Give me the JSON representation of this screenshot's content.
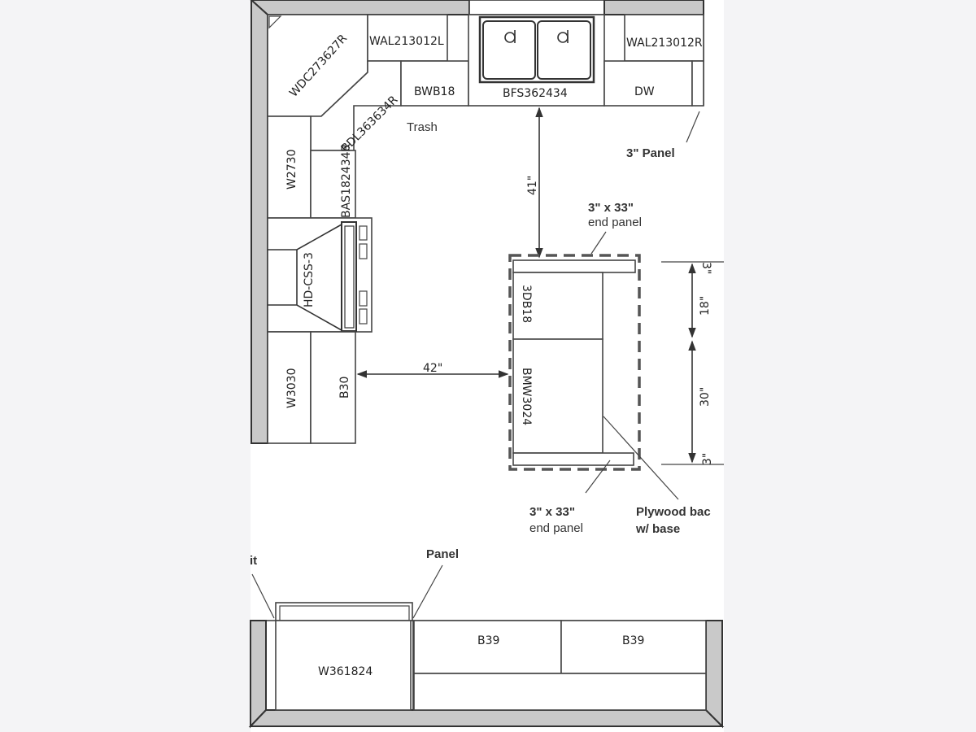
{
  "cabinets": {
    "wdc": "WDC273627R",
    "wal_left": "WAL213012L",
    "wal_right": "WAL213012R",
    "bwb": "BWB18",
    "bfs": "BFS362434",
    "dw": "DW",
    "bdl": "BDL363634R",
    "bas": "BAS182434R",
    "w2730": "W2730",
    "hood": "HD-CSS-3",
    "w3030": "W3030",
    "b30": "B30",
    "island_drawer": "3DB18",
    "island_microwave": "BMW3024",
    "w361824": "W361824",
    "b39_a": "B39",
    "b39_b": "B39"
  },
  "notes": {
    "trash": "Trash",
    "panel_top": "3\" Panel",
    "end_panel_top_1": "3\" x 33\"",
    "end_panel_top_2": "end panel",
    "end_panel_bottom_1": "3\" x 33\"",
    "end_panel_bottom_2": "end panel",
    "plywood_1": "Plywood bac",
    "plywood_2": "w/ base",
    "panel_bottom": "Panel",
    "cut_left": "it"
  },
  "dimensions": {
    "aisle_top": "41\"",
    "aisle_left": "42\"",
    "island_top_panel": "3\"",
    "island_drawer": "18\"",
    "island_microwave": "30\"",
    "island_bottom_panel": "3\""
  },
  "colors": {
    "wall": "#c9c9c9",
    "line": "#333333",
    "paper": "#ffffff",
    "margin": "#f4f4f6"
  }
}
